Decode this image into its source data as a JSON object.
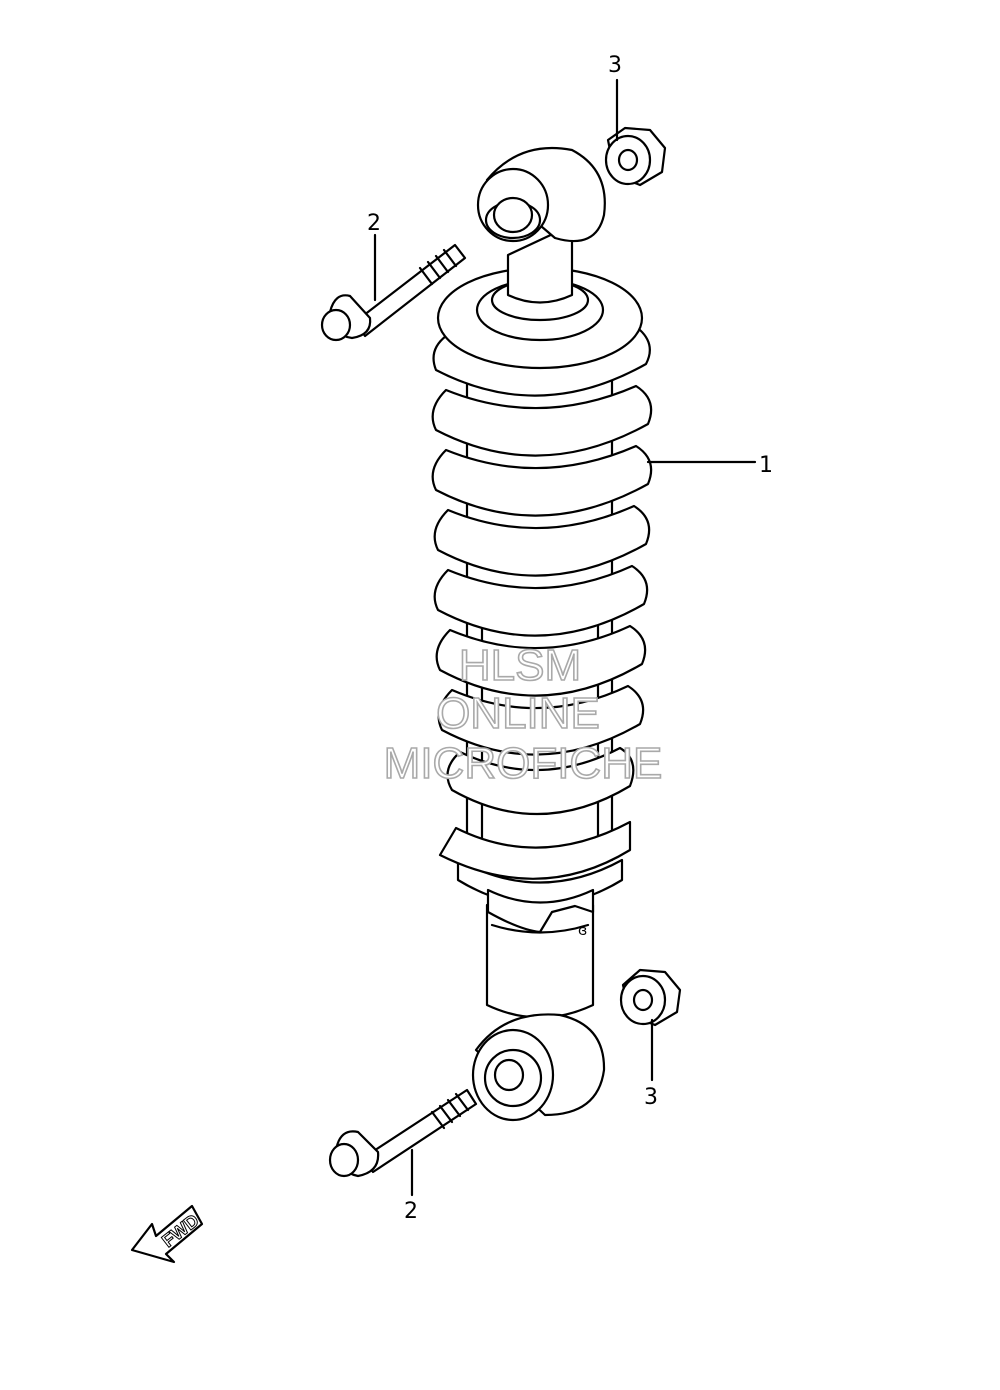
{
  "callouts": {
    "shock_absorber": "1",
    "bolt_upper": "2",
    "bolt_lower": "2",
    "nut_upper": "3",
    "nut_lower": "3"
  },
  "watermark": {
    "line1": "HLSM",
    "line2": "ONLINE",
    "line3": "MICROFICHE"
  },
  "fwd_label": "FWD"
}
